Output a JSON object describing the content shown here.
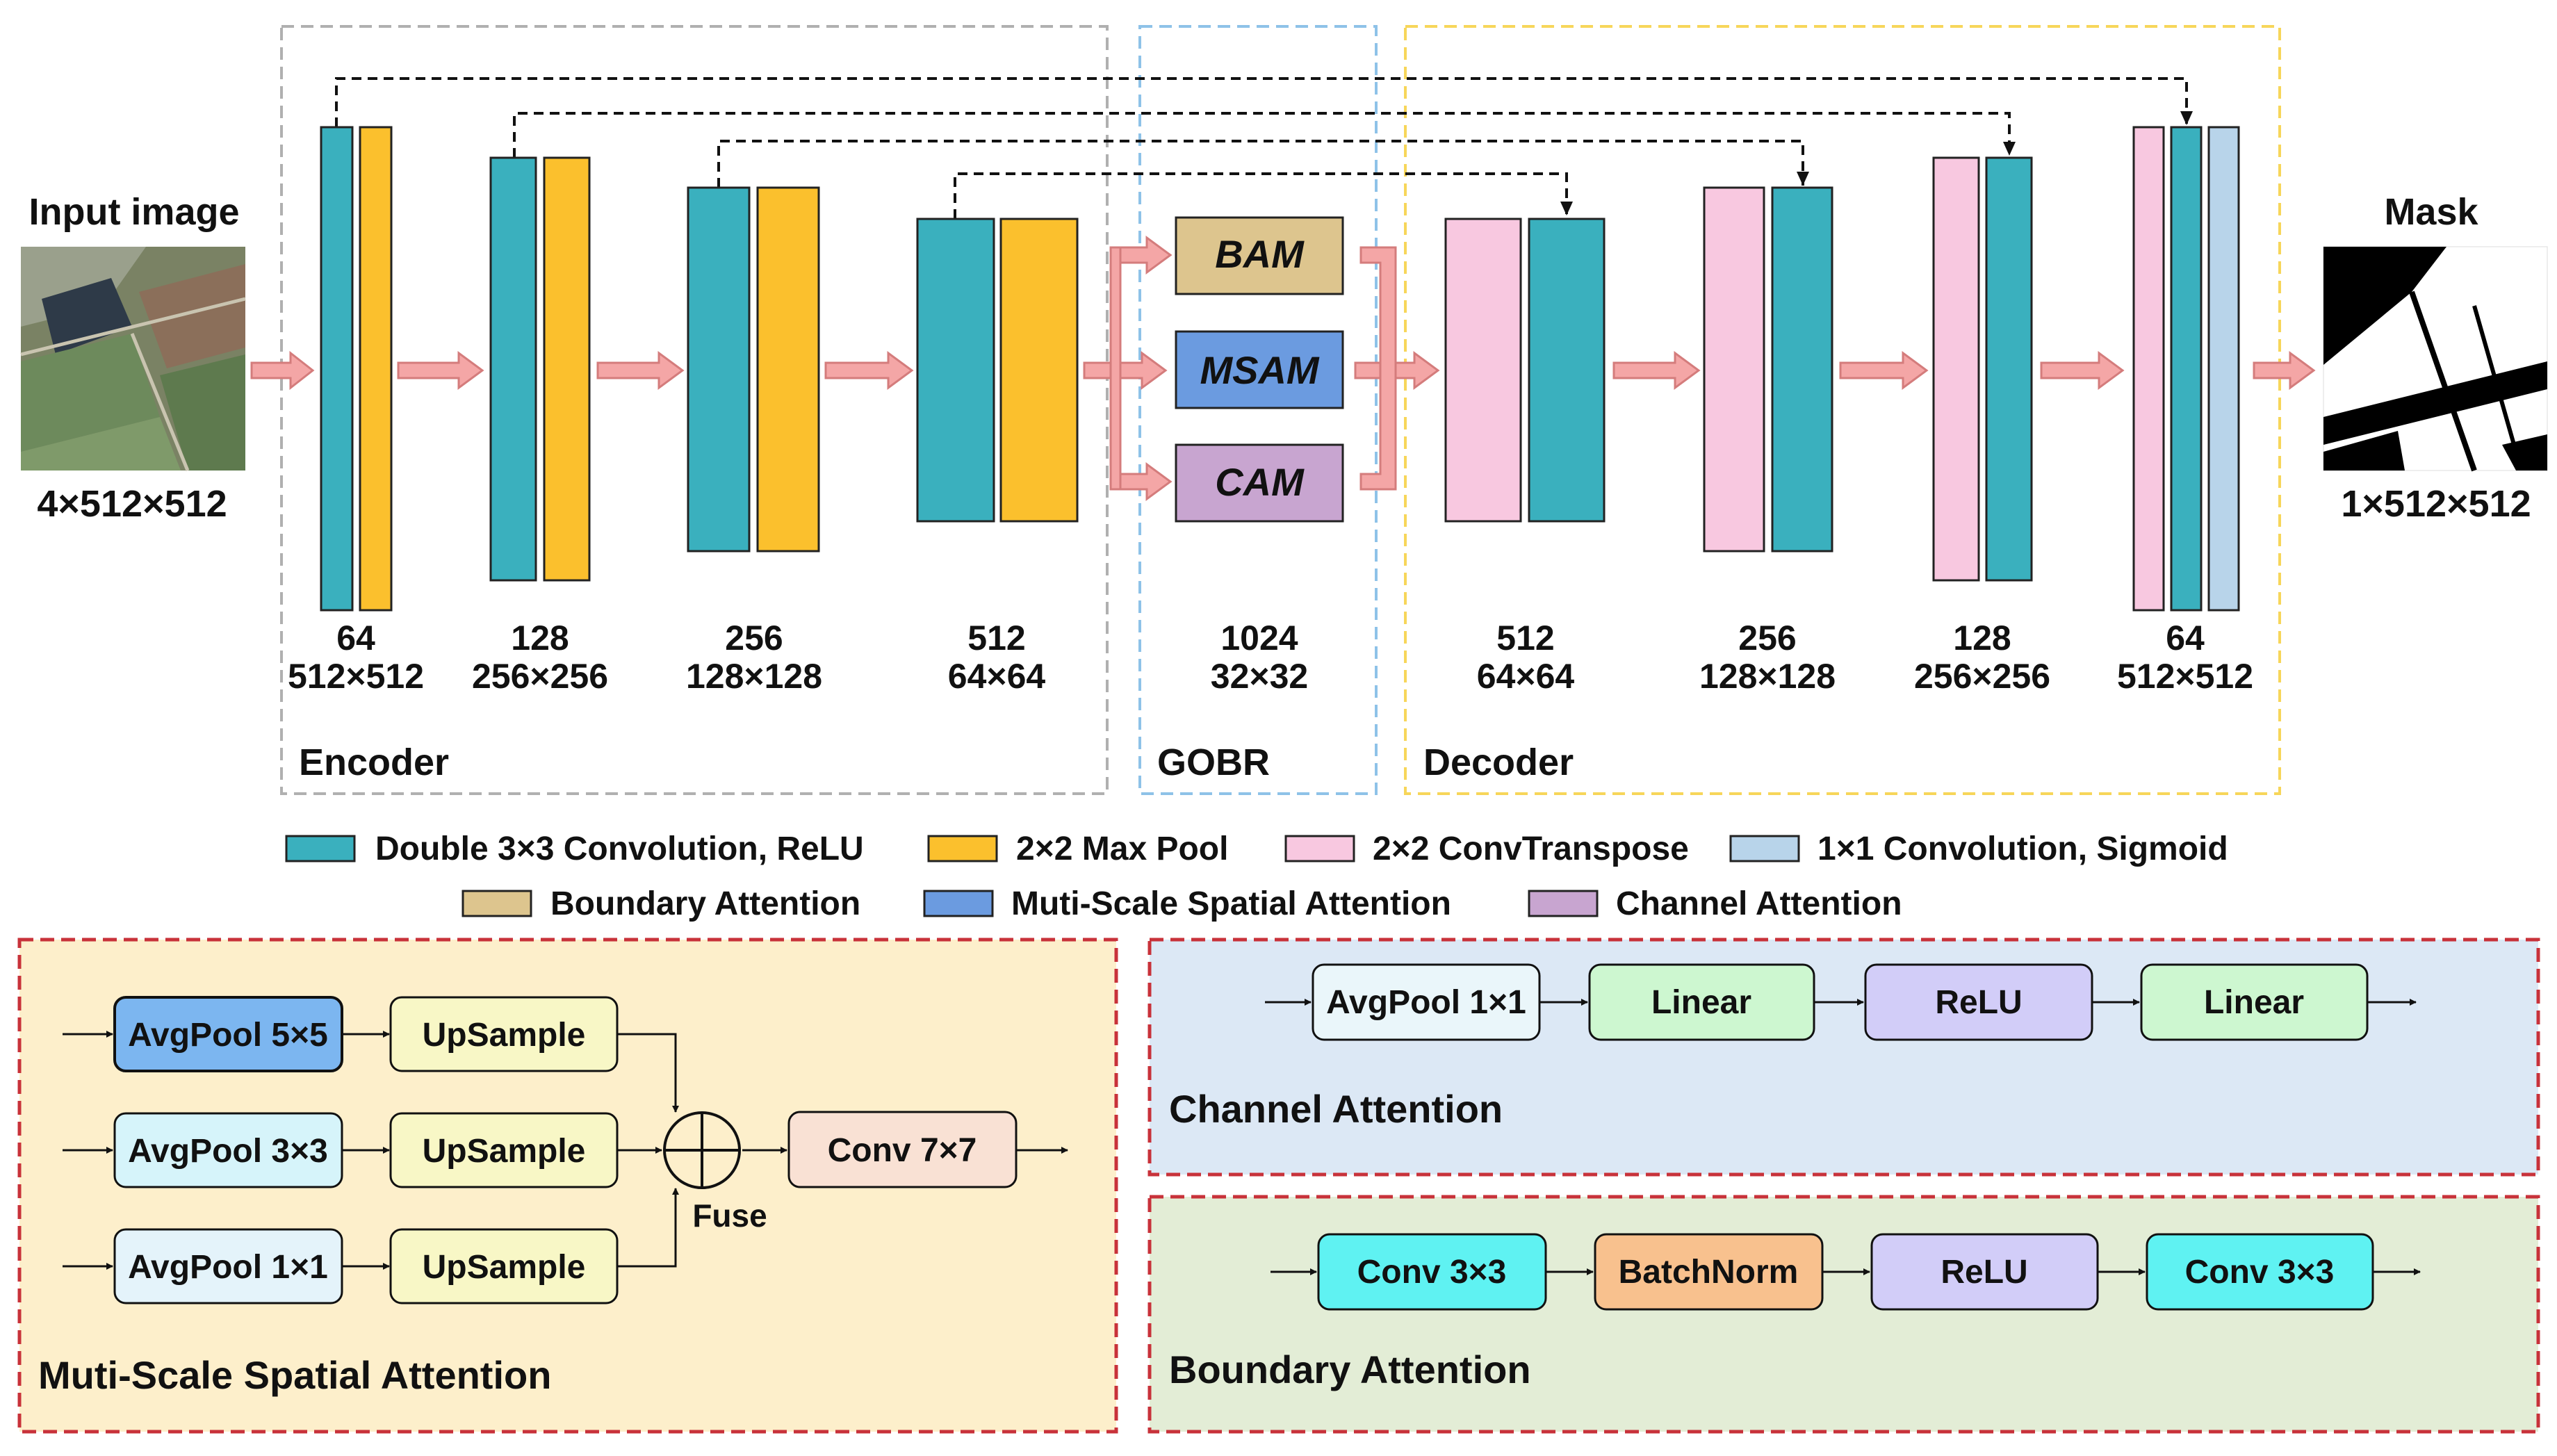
{
  "input": {
    "title": "Input image",
    "dims": "4×512×512"
  },
  "output": {
    "title": "Mask",
    "dims": "1×512×512"
  },
  "stages": {
    "e1": {
      "channels": "64",
      "size": "512×512"
    },
    "e2": {
      "channels": "128",
      "size": "256×256"
    },
    "e3": {
      "channels": "256",
      "size": "128×128"
    },
    "e4": {
      "channels": "512",
      "size": "64×64"
    },
    "g": {
      "channels": "1024",
      "size": "32×32"
    },
    "d1": {
      "channels": "512",
      "size": "64×64"
    },
    "d2": {
      "channels": "256",
      "size": "128×128"
    },
    "d3": {
      "channels": "128",
      "size": "256×256"
    },
    "d4": {
      "channels": "64",
      "size": "512×512"
    }
  },
  "regions": {
    "encoder": "Encoder",
    "gobr": "GOBR",
    "decoder": "Decoder"
  },
  "modules": {
    "bam": "BAM",
    "msam": "MSAM",
    "cam": "CAM"
  },
  "legend": {
    "conv": "Double 3×3 Convolution, ReLU",
    "pool": "2×2 Max Pool",
    "transpose": "2×2 ConvTranspose",
    "sigmoid": "1×1 Convolution, Sigmoid",
    "boundary": "Boundary Attention",
    "spatial": "Muti-Scale Spatial Attention",
    "channel": "Channel Attention"
  },
  "msa_panel": {
    "title": "Muti-Scale Spatial Attention",
    "pool5": "AvgPool 5×5",
    "pool3": "AvgPool 3×3",
    "pool1": "AvgPool 1×1",
    "up": "UpSample",
    "fuse": "Fuse",
    "conv7": "Conv 7×7"
  },
  "ca_panel": {
    "title": "Channel Attention",
    "pool": "AvgPool 1×1",
    "linear": "Linear",
    "relu": "ReLU"
  },
  "ba_panel": {
    "title": "Boundary Attention",
    "conv": "Conv 3×3",
    "bn": "BatchNorm",
    "relu": "ReLU"
  },
  "colors": {
    "conv": "#3AB0BE",
    "pool": "#FBC02D",
    "transpose": "#F8C8E0",
    "sigmoid": "#B8D4EA",
    "boundary": "#DDC58E",
    "spatial": "#6B9BE0",
    "channel": "#C8A5D0",
    "arrow": "#F4A6A6",
    "msa_bg": "#FDEFCB",
    "ca_bg": "#DCE8F5",
    "ba_bg": "#E3EDD6"
  }
}
